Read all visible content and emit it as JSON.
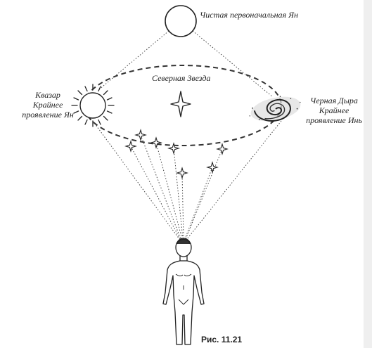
{
  "labels": {
    "top": "Чистая первоначальная Ян",
    "center": "Северная Звезда",
    "left": [
      "Квазар",
      "Крайнее",
      "проявление Ян"
    ],
    "right": [
      "Черная Дыра",
      "Крайнее",
      "проявление Инь"
    ]
  },
  "caption": "Рис. 11.21",
  "colors": {
    "ink": "#222222",
    "background": "#ffffff"
  },
  "icons": [
    "sun-icon",
    "moon-circle-icon",
    "galaxy-spiral-icon",
    "north-star-icon",
    "small-star-icon",
    "human-figure-icon"
  ]
}
